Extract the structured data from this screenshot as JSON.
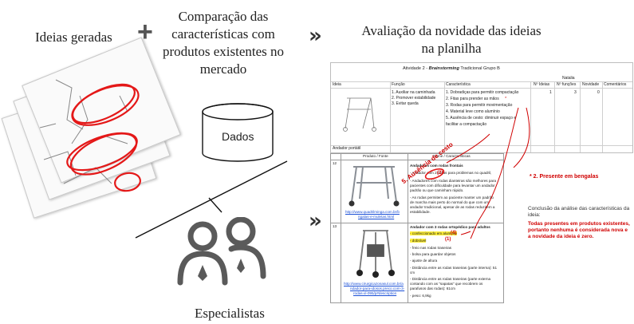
{
  "labels": {
    "ideas": "Ideias geradas",
    "plus": "+",
    "comparison": [
      "Comparação das",
      "características com",
      "produtos existentes no",
      "mercado"
    ],
    "evaluation": [
      "Avaliação da novidade das ideias",
      "na planilha"
    ],
    "data_store": "Dados",
    "experts": "Especialistas",
    "chevron": "»"
  },
  "spreadsheet": {
    "title_prefix": "Atividade 2 - ",
    "title_italic": "Brainstorming",
    "title_suffix": " Tradicional Grupo B",
    "group": "Natalia",
    "headers": [
      "Ideia",
      "Função",
      "Característica",
      "Nº Ideias",
      "Nº funções",
      "Novidade",
      "Comentários"
    ],
    "functions": [
      "1. Auxiliar na caminhada",
      "2. Promover estabilidade",
      "3. Evitar queda"
    ],
    "characteristics": [
      "1. Dobradiças para permitir compactação",
      "2. Fitas para prender as mãos",
      "3. Rodas para permitir movimentação",
      "4. Material leve como alumínio",
      "5. Ausência de cesto: diminuir espaço e",
      "facilitar a compactação"
    ],
    "counts": {
      "ideas": "1",
      "functions": "3",
      "novelty": "0"
    },
    "idea_name": "Andador portátil",
    "star": "*"
  },
  "table": {
    "headers": [
      "Produto / Fonte",
      "Nome / Características"
    ],
    "rows": [
      {
        "num": "12",
        "link": [
          "http://www.quadrilminga.com.br/b",
          "ngalas-e-muletas.html"
        ],
        "name": "Andadores com rodas frontais",
        "lines": [
          "- Andador com 2 rodas para problemas no quadril,",
          "- Andadores com rodas dianteiras são melhores para",
          "pacientes com dificuldade para levantar um andador",
          "padrão ou que caminham rápido.",
          "- As rodas permitem ao paciente manter um padrão",
          "de marcha mais perto do normal do que com um",
          "andador tradicional, apesar de as rodas reduzirem a",
          "estabilidade."
        ]
      },
      {
        "num": "13",
        "link": [
          "http://www.cirurgicazonasul.com.br/a",
          "ndador-para-idosos.preco.com-3-",
          "rodas-xl-095/p#description"
        ],
        "name": "Andador com 3 rodas ortopédico para adultos",
        "lines": [
          "- confeccionado em alumínio",
          "- dobrável",
          "- freio nas rodas traseiras",
          "- bolsa para guardar objetos",
          "- ajuste de altura",
          "- Distância entre as rodas traseiras (parte interna): 51",
          "cm",
          "- Distância entre as rodas traseiras (parte externa",
          "contando com as \"sapatas\" que recobrem os",
          "parafusos das rodas): 61cm",
          "- peso: 6,9kg"
        ]
      }
    ],
    "annotations": {
      "rotated": "5. Ausência de cesto",
      "n2": "(2)",
      "n4": "(4)",
      "n1": "(1)"
    }
  },
  "conclusion": {
    "present_note": "* 2. Presente em bengalas",
    "heading": "Conclusão da análise das características da ideia:",
    "body": "Todas presentes em produtos existentes, portanto nenhuma é considerada nova e a novidade da ideia é zero."
  },
  "colors": {
    "red": "#d00000",
    "highlight": "#ffef3a",
    "icon_gray": "#5a5a5a",
    "link": "#1a4fd6"
  }
}
